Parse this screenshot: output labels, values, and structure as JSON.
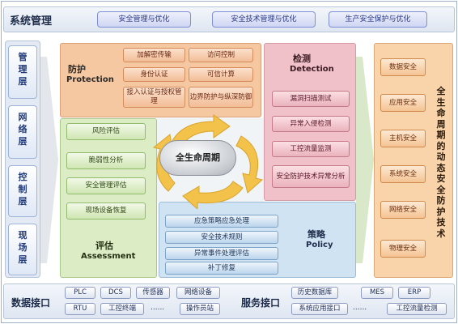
{
  "top": {
    "title": "系统管理",
    "pills": [
      "安全管理与优化",
      "安全技术管理与优化",
      "生产安全保护与优化"
    ]
  },
  "layers": [
    "管理层",
    "网络层",
    "控制层",
    "现场层"
  ],
  "protection": {
    "title": "防护",
    "subtitle": "Protection",
    "items": [
      "加解密传输",
      "访问控制",
      "身份认证",
      "可信计算",
      "接入认证与授权管理",
      "边界防护与纵深防御"
    ]
  },
  "detection": {
    "title": "检测",
    "subtitle": "Detection",
    "items": [
      "漏洞扫描测试",
      "异常入侵检测",
      "工控流量监测",
      "安全防护技术异常分析"
    ]
  },
  "assessment": {
    "title": "评估",
    "subtitle": "Assessment",
    "items": [
      "风险评估",
      "脆弱性分析",
      "安全管理评估",
      "现场设备恢复"
    ]
  },
  "policy": {
    "title": "策略",
    "subtitle": "Policy",
    "items": [
      "应急策略应急处理",
      "安全技术规则",
      "异常事件处理评估",
      "补丁修复"
    ]
  },
  "center": {
    "label": "全生命周期"
  },
  "right": {
    "items": [
      "数据安全",
      "应用安全",
      "主机安全",
      "系统安全",
      "网络安全",
      "物理安全"
    ],
    "vertical": "全生命周期的动态安全防护技术"
  },
  "bottom": {
    "data_label": "数据接口",
    "service_label": "服务接口",
    "data_items_row1": [
      "PLC",
      "DCS",
      "传感器",
      "网络设备"
    ],
    "data_items_row2": [
      "RTU",
      "工控终端",
      "......",
      "操作员站"
    ],
    "service_items_row1": [
      "历史数据库",
      "MES",
      "ERP"
    ],
    "service_items_row2": [
      "系统应用接口",
      "......",
      "工控流量检测"
    ]
  },
  "colors": {
    "protection_bg": "#f5c8a2",
    "detection_bg": "#f0c1c8",
    "assessment_bg": "#dcedc6",
    "policy_bg": "#cfe3f2",
    "right_bg": "#f9d4ab",
    "cycle_arrow": "#f2c24a"
  }
}
